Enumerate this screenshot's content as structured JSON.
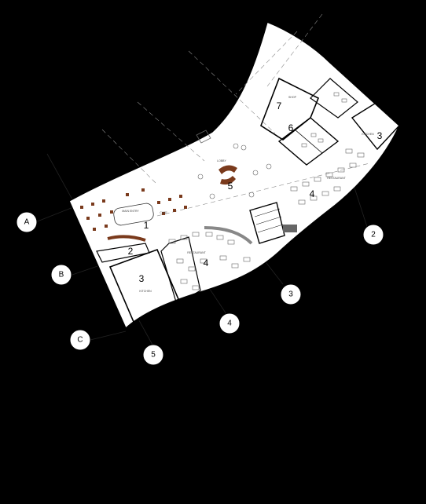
{
  "room_numbers": {
    "r1": "1",
    "r2_left": "2",
    "r3_left": "3",
    "r4_left": "4",
    "r5": "5",
    "r4_right": "4",
    "r3_right": "3",
    "r6": "6",
    "r7": "7"
  },
  "grid_bubbles": {
    "a": "A",
    "b": "B",
    "c": "C",
    "n2": "2",
    "n3": "3",
    "n4": "4",
    "n5": "5"
  },
  "colors": {
    "background": "#000000",
    "floor": "#ffffff",
    "wall": "#000000",
    "furniture_accent": "#7a3a1c"
  }
}
